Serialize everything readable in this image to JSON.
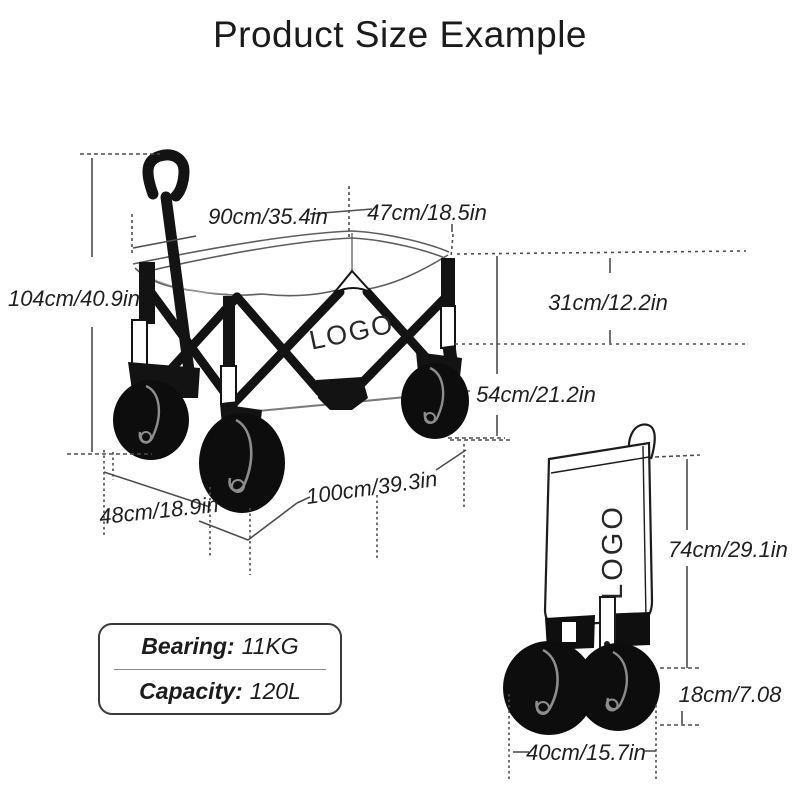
{
  "title": "Product Size Example",
  "wagon": {
    "logo": "LOGO"
  },
  "folded": {
    "logo": "LOGO"
  },
  "dimensions": {
    "top_length": "90cm/35.4in",
    "top_width": "47cm/18.5in",
    "total_height": "104cm/40.9in",
    "basket_depth": "31cm/12.2in",
    "rim_to_ground": "54cm/21.2in",
    "overall_length": "100cm/39.3in",
    "track_width": "48cm/18.9in",
    "folded_height": "74cm/29.1in",
    "wheel_height": "18cm/7.08",
    "folded_width": "40cm/15.7in"
  },
  "specs": {
    "rows": [
      {
        "label": "Bearing:",
        "value": "11KG"
      },
      {
        "label": "Capacity:",
        "value": "120L"
      }
    ]
  },
  "colors": {
    "ink": "#131313",
    "dim_line": "#4d4d4d",
    "background": "#ffffff"
  }
}
